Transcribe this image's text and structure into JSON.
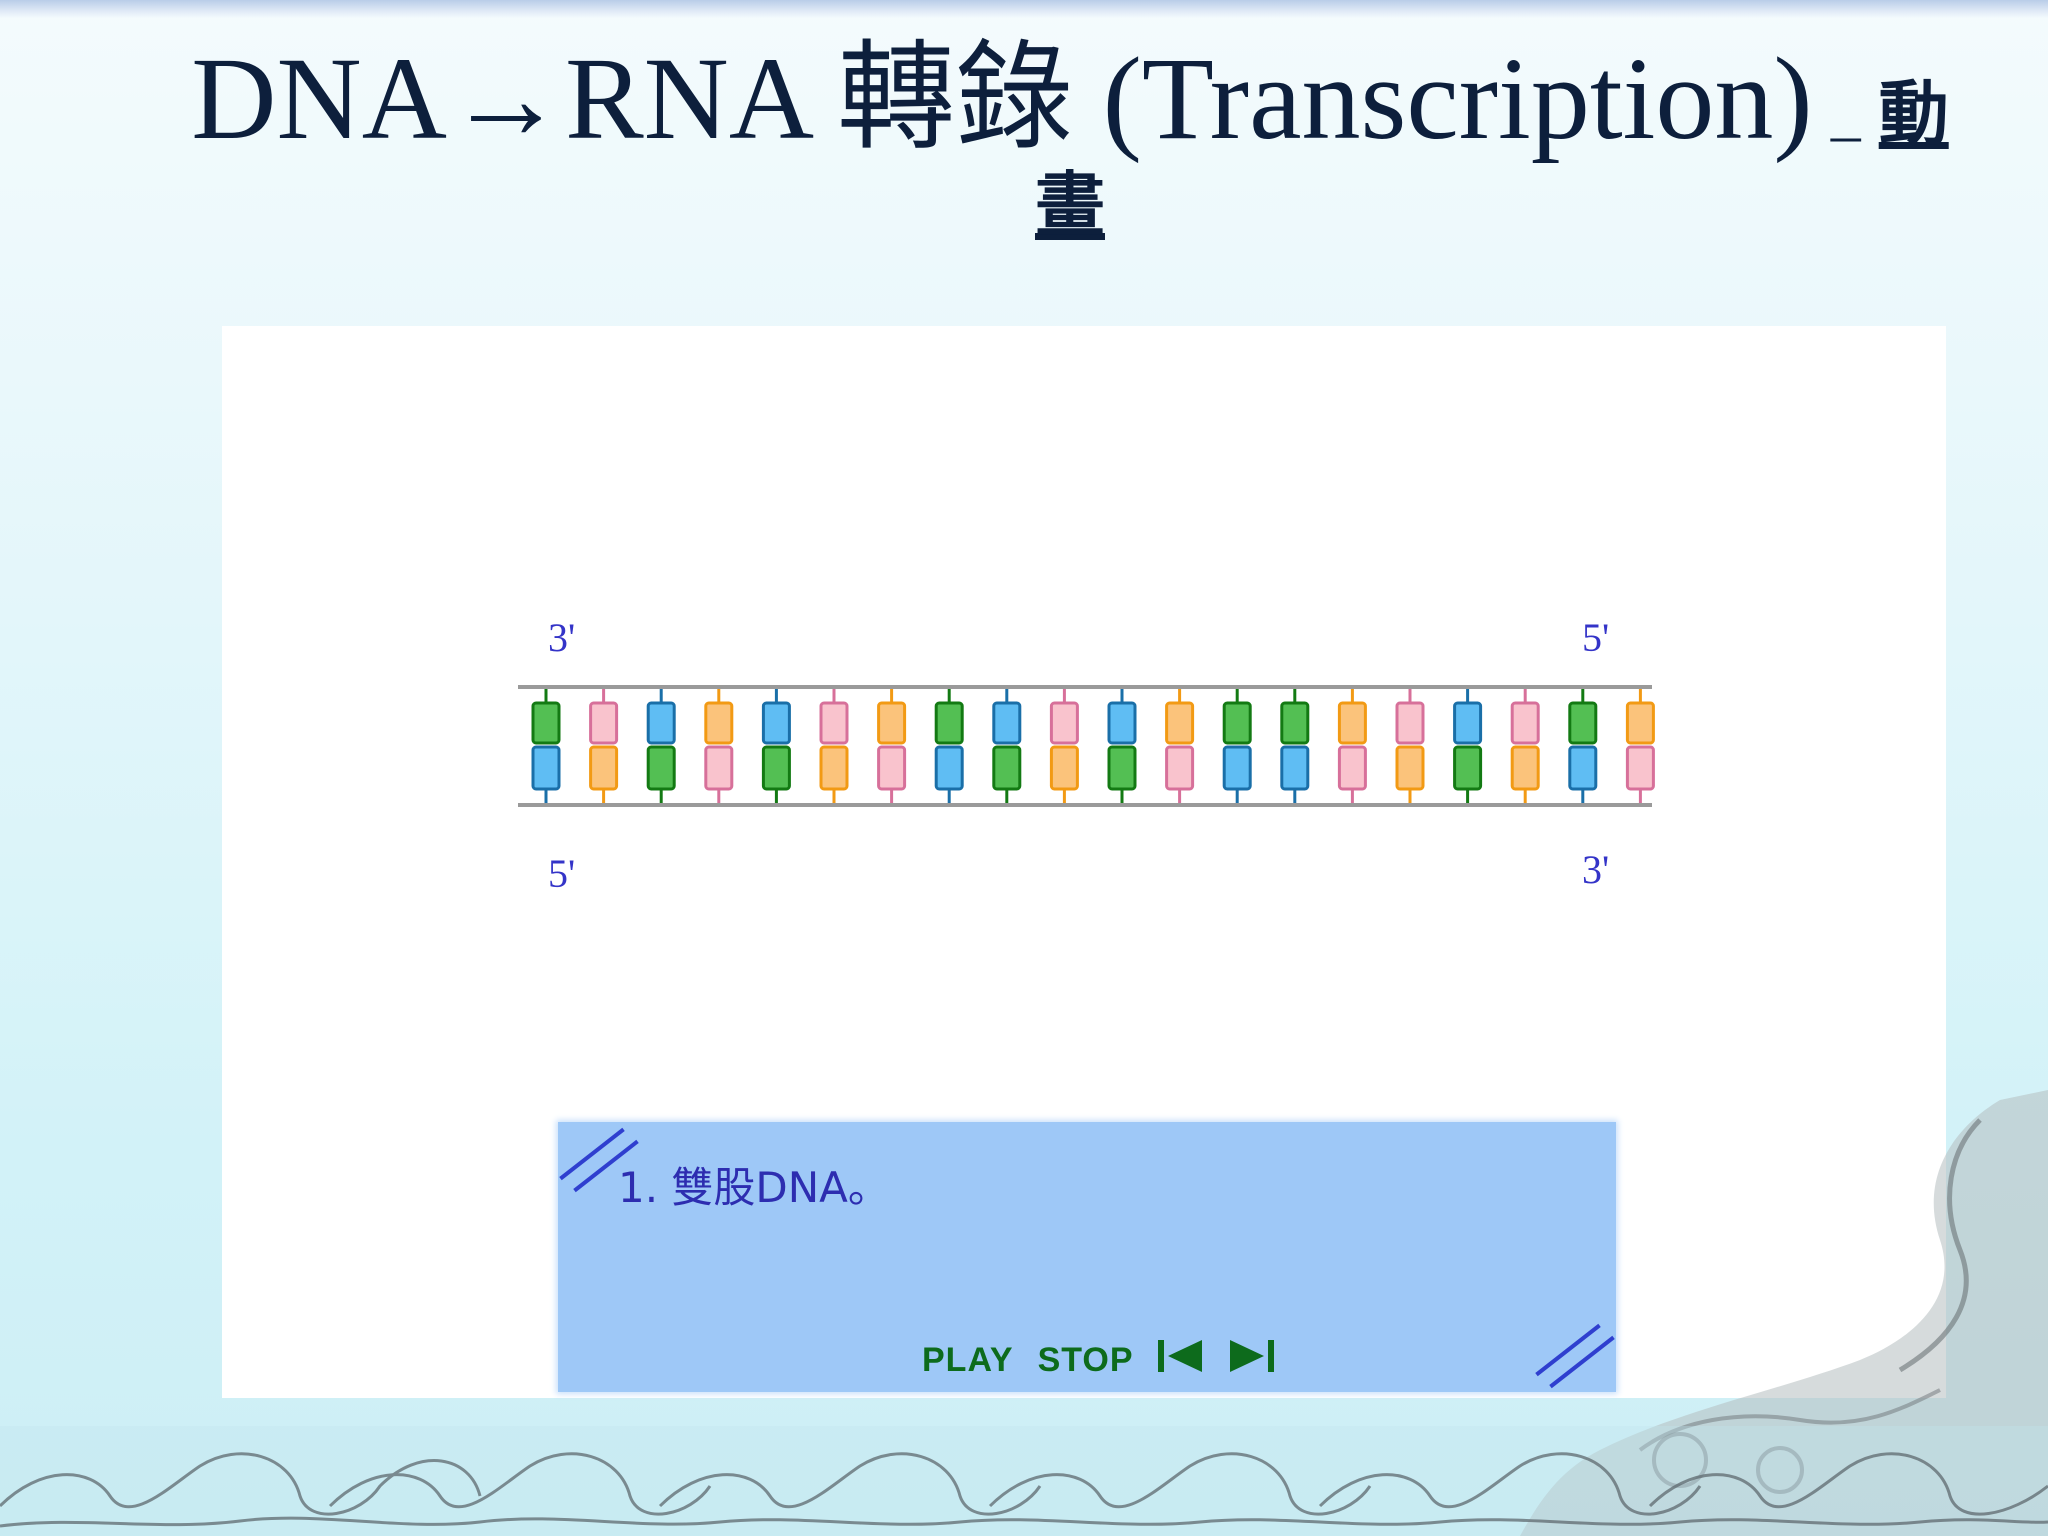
{
  "slide": {
    "title_main": "DNA→RNA  轉錄 (Transcription)",
    "title_dash": "–",
    "title_cjk_1": "動",
    "title_cjk_2": "畫"
  },
  "animation": {
    "labels": {
      "top_left": "3'",
      "top_right": "5'",
      "bottom_left": "5'",
      "bottom_right": "3'"
    },
    "base_pairs": [
      {
        "top": "green",
        "bottom": "blue"
      },
      {
        "top": "pink",
        "bottom": "orange"
      },
      {
        "top": "blue",
        "bottom": "green"
      },
      {
        "top": "orange",
        "bottom": "pink"
      },
      {
        "top": "blue",
        "bottom": "green"
      },
      {
        "top": "pink",
        "bottom": "orange"
      },
      {
        "top": "orange",
        "bottom": "pink"
      },
      {
        "top": "green",
        "bottom": "blue"
      },
      {
        "top": "blue",
        "bottom": "green"
      },
      {
        "top": "pink",
        "bottom": "orange"
      },
      {
        "top": "blue",
        "bottom": "green"
      },
      {
        "top": "orange",
        "bottom": "pink"
      },
      {
        "top": "green",
        "bottom": "blue"
      },
      {
        "top": "green",
        "bottom": "blue"
      },
      {
        "top": "orange",
        "bottom": "pink"
      },
      {
        "top": "pink",
        "bottom": "orange"
      },
      {
        "top": "blue",
        "bottom": "green"
      },
      {
        "top": "pink",
        "bottom": "orange"
      },
      {
        "top": "green",
        "bottom": "blue"
      },
      {
        "top": "orange",
        "bottom": "pink"
      }
    ],
    "colors": {
      "green": {
        "fill": "#53bf53",
        "stroke": "#137a13"
      },
      "blue": {
        "fill": "#5fbdf3",
        "stroke": "#1a6fa8"
      },
      "pink": {
        "fill": "#f9c3cd",
        "stroke": "#d7709a"
      },
      "orange": {
        "fill": "#fbc37b",
        "stroke": "#f29a14"
      }
    }
  },
  "caption": {
    "text": "1. 雙股DNA。",
    "play_label": "PLAY",
    "stop_label": "STOP"
  },
  "controls": {
    "prev_icon": "skip-back-icon",
    "next_icon": "skip-forward-icon",
    "color": "#0d6b1c"
  }
}
